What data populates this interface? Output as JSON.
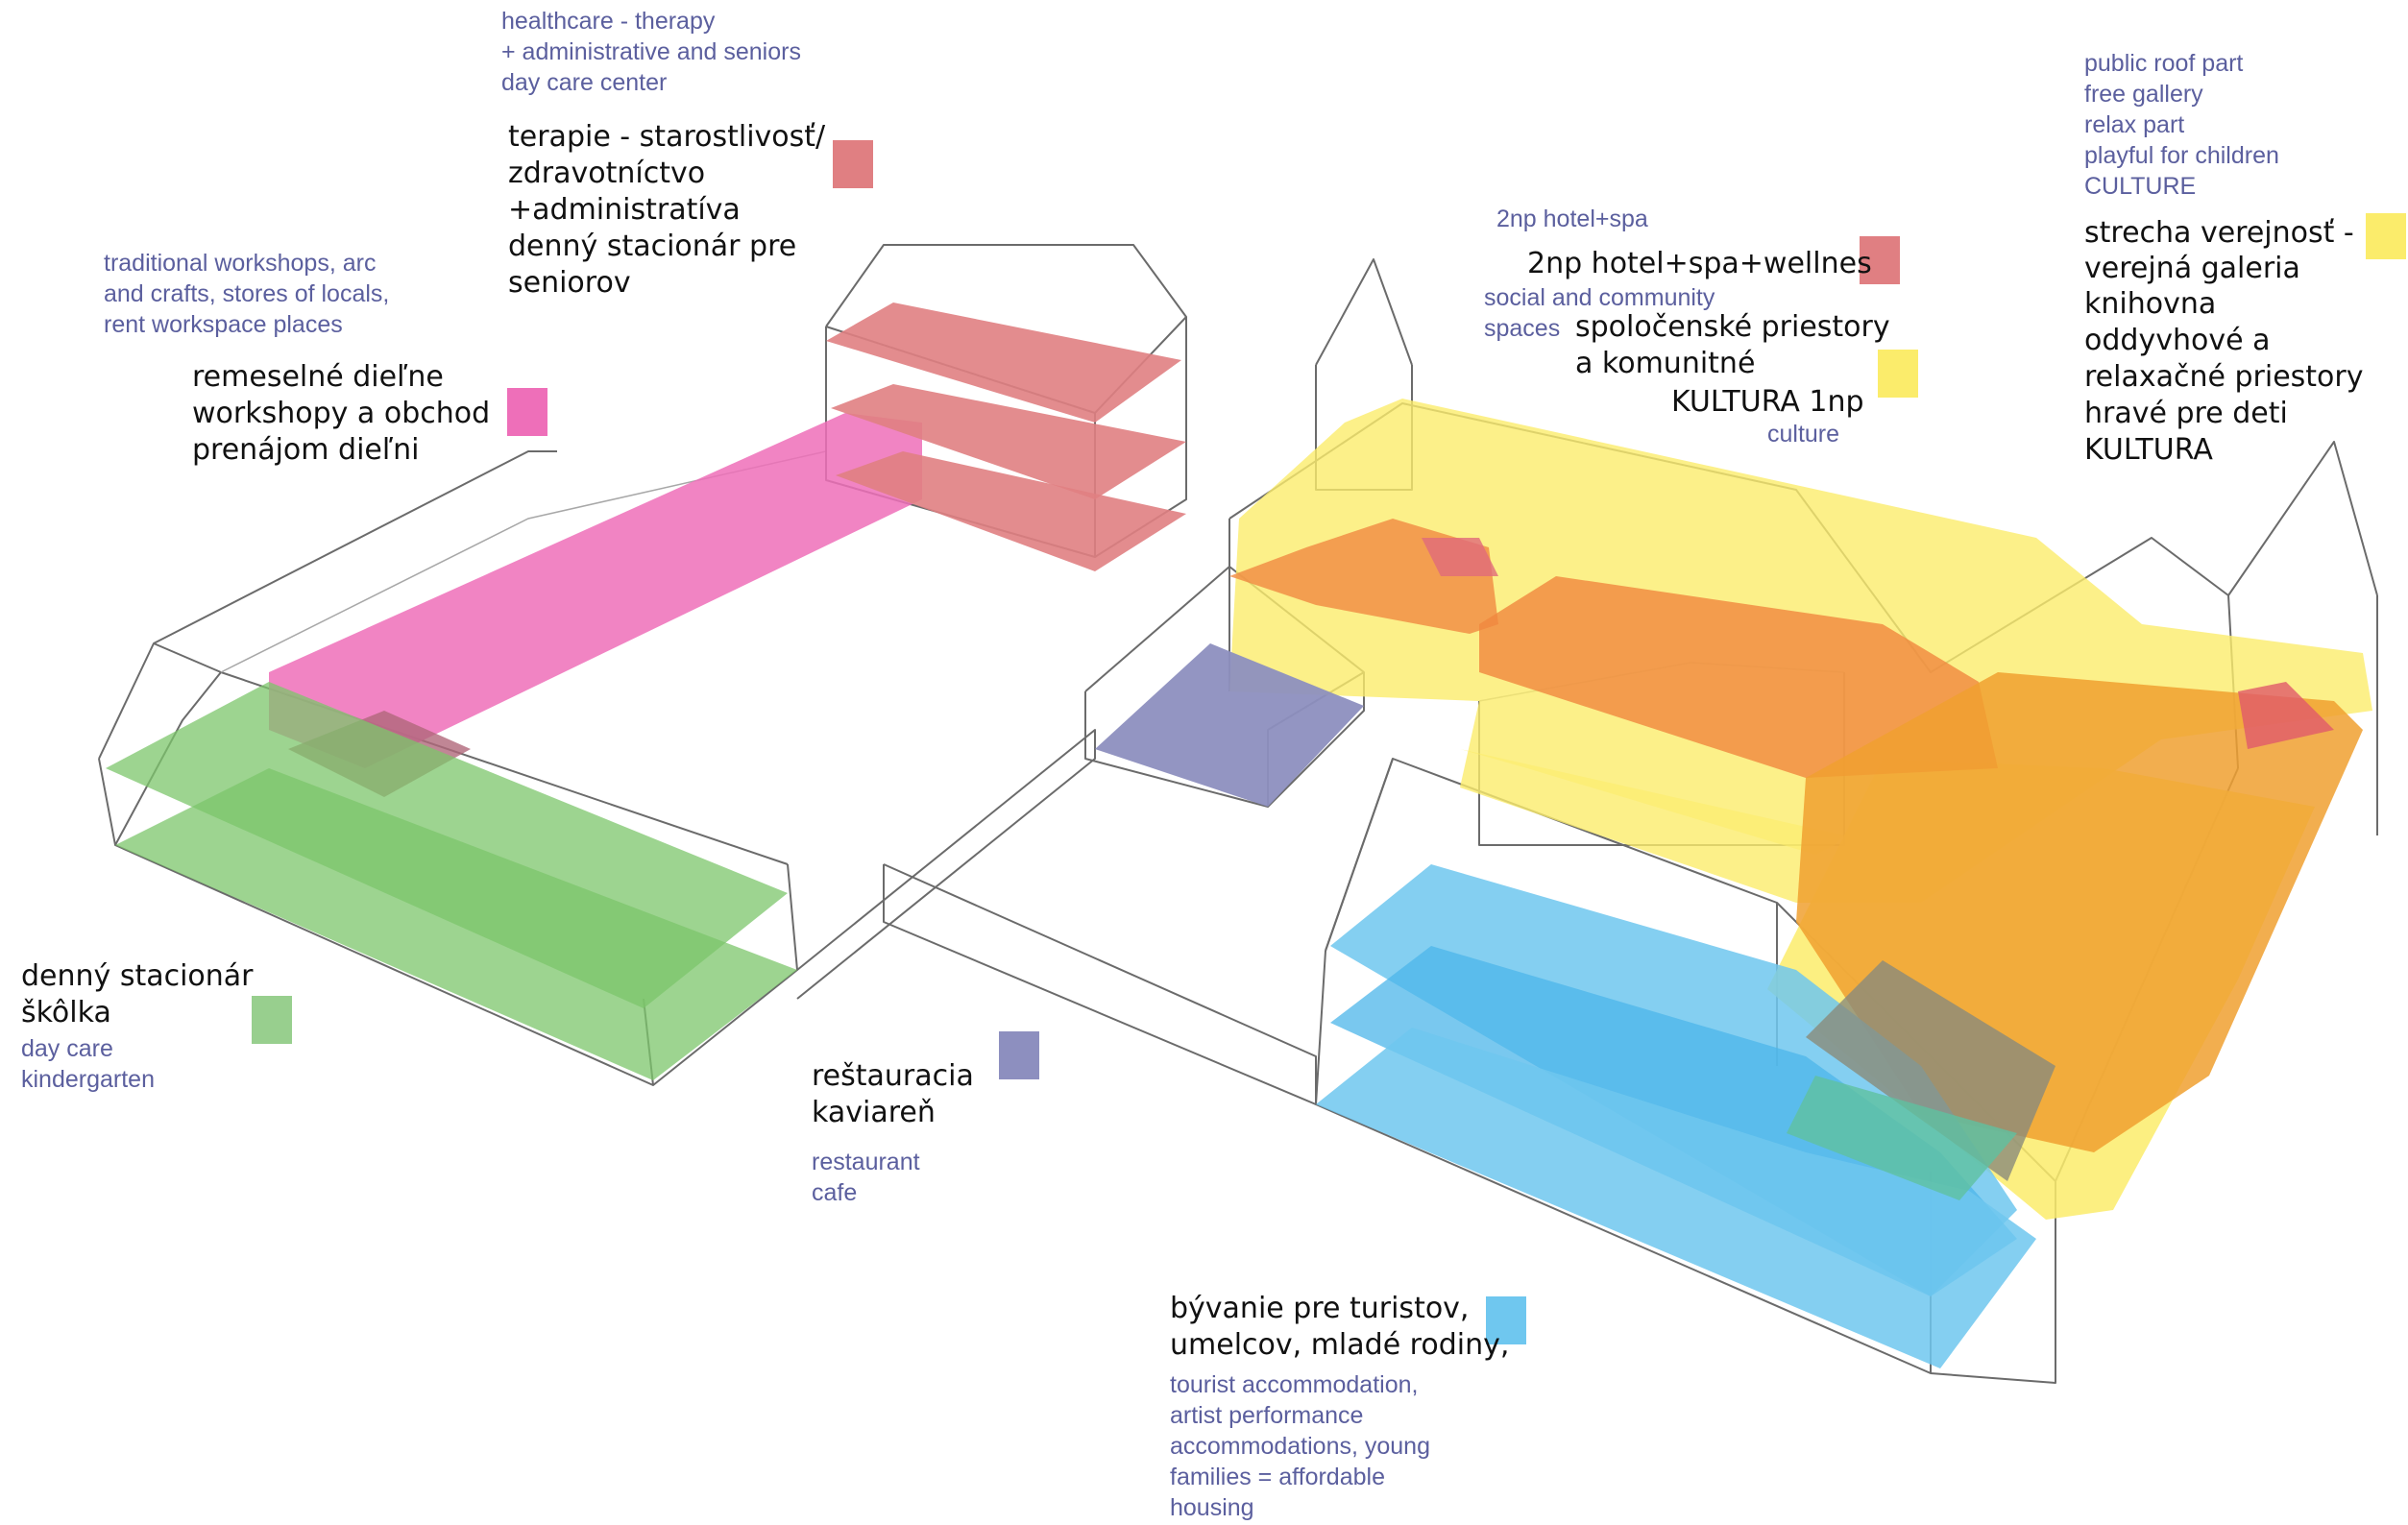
{
  "legend": [
    {
      "id": "therapy",
      "color": "#e07f82",
      "main": [
        "terapie - starostlivosť/",
        "zdravotníctvo",
        "+administratíva",
        "denný stacionár pre",
        "seniorov"
      ],
      "sub": [
        "healthcare - therapy",
        "+ administrative and seniors",
        "day care center"
      ]
    },
    {
      "id": "workshops",
      "color": "#ee6fb9",
      "main": [
        "remeselné dieľne",
        "workshopy a obchod",
        "prenájom dieľni"
      ],
      "sub": [
        "traditional   workshops,   arc",
        "and crafts, stores of locals,",
        "rent workspace places"
      ]
    },
    {
      "id": "hotel",
      "color": "#e07f82",
      "main": [
        "2np hotel+spa+wellnes"
      ],
      "sub": [
        "2np hotel+spa"
      ]
    },
    {
      "id": "community",
      "color": "#fbec6b",
      "main": [
        "spoločenské priestory",
        "a komunitné",
        "KULTURA 1np"
      ],
      "sub": [
        "social       and       community",
        "spaces",
        "culture"
      ]
    },
    {
      "id": "roof",
      "color": "#fbec6b",
      "main": [
        "strecha verejnosť -",
        "verejná galeria",
        "knihovna",
        "oddyvhové a",
        "relaxačné priestory",
        "hravé pre deti",
        "KULTURA"
      ],
      "sub": [
        "public roof part",
        "free gallery",
        "relax part",
        "playful for children",
        "CULTURE"
      ]
    },
    {
      "id": "kindergarten",
      "color": "#98cf8e",
      "main": [
        "denný stacionár",
        "škôlka"
      ],
      "sub": [
        "day care",
        "kindergarten"
      ]
    },
    {
      "id": "restaurant",
      "color": "#8d8fbf",
      "main": [
        "reštauracia",
        "kaviareň"
      ],
      "sub": [
        "restaurant",
        "cafe"
      ]
    },
    {
      "id": "housing",
      "color": "#6fc7ef",
      "main": [
        "bývanie pre turistov,",
        "umelcov, mladé rodiny,"
      ],
      "sub": [
        "tourist accommodation,",
        "artist performance",
        "accommodations, young",
        "families = affordable",
        "housing"
      ]
    }
  ]
}
